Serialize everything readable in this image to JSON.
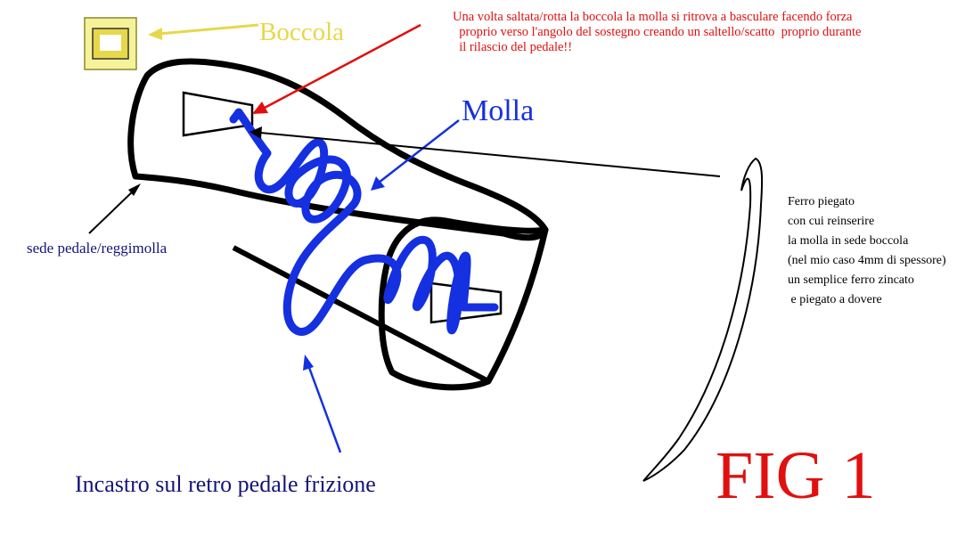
{
  "labels": {
    "boccola": "Boccola",
    "molla": "Molla",
    "note": "Una volta saltata/rotta la boccola la molla si ritrova a basculare facendo forza\n  proprio verso l'angolo del sostegno creando un saltello/scatto  proprio durante\n  il rilascio del pedale!!",
    "sede": "sede pedale/reggimolla",
    "incastro": "Incastro sul retro pedale frizione",
    "ferro": "Ferro piegato\ncon cui reinserire\nla molla in sede boccola\n(nel mio caso 4mm di spessore)\nun semplice ferro zincato\n e piegato a dovere",
    "fig": "FIG 1"
  },
  "colors": {
    "boccola": "#E6D84A",
    "boccola_fill": "#F6F29A",
    "molla": "#1530E0",
    "note": "#E01010",
    "dark_label": "#14147A",
    "fig": "#E01010",
    "outline": "#000000"
  }
}
